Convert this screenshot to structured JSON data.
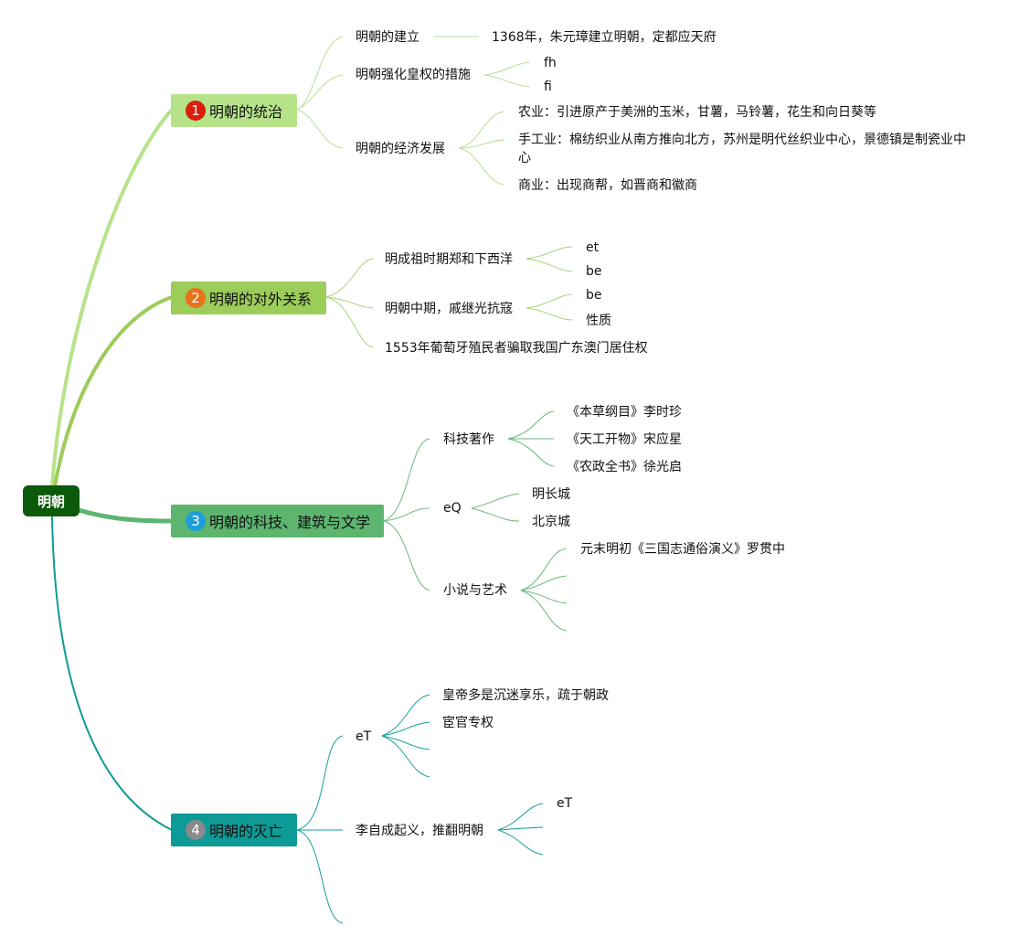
{
  "root": {
    "label": "明朝"
  },
  "branches": [
    {
      "number": "1",
      "label": "明朝的统治",
      "color": "#b6e38a",
      "badge_color": "#d91e0c",
      "children": [
        {
          "label": "明朝的建立",
          "children": [
            {
              "label": "1368年，朱元璋建立明朝，定都应天府"
            }
          ]
        },
        {
          "label": "明朝强化皇权的措施",
          "children": [
            {
              "label": "fh"
            },
            {
              "label": "fi"
            }
          ]
        },
        {
          "label": "明朝的经济发展",
          "children": [
            {
              "label": "农业：引进原产于美洲的玉米，甘薯，马铃薯，花生和向日葵等"
            },
            {
              "label": "手工业：棉纺织业从南方推向北方，苏州是明代丝织业中心，景德镇是制瓷业中心"
            },
            {
              "label": "商业：出现商帮，如晋商和徽商"
            }
          ]
        }
      ]
    },
    {
      "number": "2",
      "label": "明朝的对外关系",
      "color": "#9ccc5a",
      "badge_color": "#e8731a",
      "children": [
        {
          "label": "明成祖时期郑和下西洋",
          "children": [
            {
              "label": "et"
            },
            {
              "label": "be"
            }
          ]
        },
        {
          "label": "明朝中期，戚继光抗寇",
          "children": [
            {
              "label": "be"
            },
            {
              "label": "性质"
            }
          ]
        },
        {
          "label": "1553年葡萄牙殖民者骗取我国广东澳门居住权"
        }
      ]
    },
    {
      "number": "3",
      "label": "明朝的科技、建筑与文学",
      "color": "#5db56f",
      "badge_color": "#1e9ed8",
      "children": [
        {
          "label": "科技著作",
          "children": [
            {
              "label": "《本草纲目》李时珍"
            },
            {
              "label": "《天工开物》宋应星"
            },
            {
              "label": "《农政全书》徐光启"
            }
          ]
        },
        {
          "label": "eQ",
          "children": [
            {
              "label": "明长城"
            },
            {
              "label": "北京城"
            }
          ]
        },
        {
          "label": "小说与艺术",
          "children": [
            {
              "label": "元末明初《三国志通俗演义》罗贯中"
            },
            {
              "label": ""
            },
            {
              "label": ""
            },
            {
              "label": ""
            }
          ]
        }
      ]
    },
    {
      "number": "4",
      "label": "明朝的灭亡",
      "color": "#0e9a96",
      "badge_color": "#8a8a8a",
      "children": [
        {
          "label": "eT",
          "children": [
            {
              "label": "皇帝多是沉迷享乐，疏于朝政"
            },
            {
              "label": "宦官专权"
            },
            {
              "label": ""
            },
            {
              "label": ""
            }
          ]
        },
        {
          "label": "李自成起义，推翻明朝",
          "children": [
            {
              "label": "eT"
            },
            {
              "label": ""
            },
            {
              "label": ""
            }
          ]
        },
        {
          "label": ""
        }
      ]
    }
  ]
}
